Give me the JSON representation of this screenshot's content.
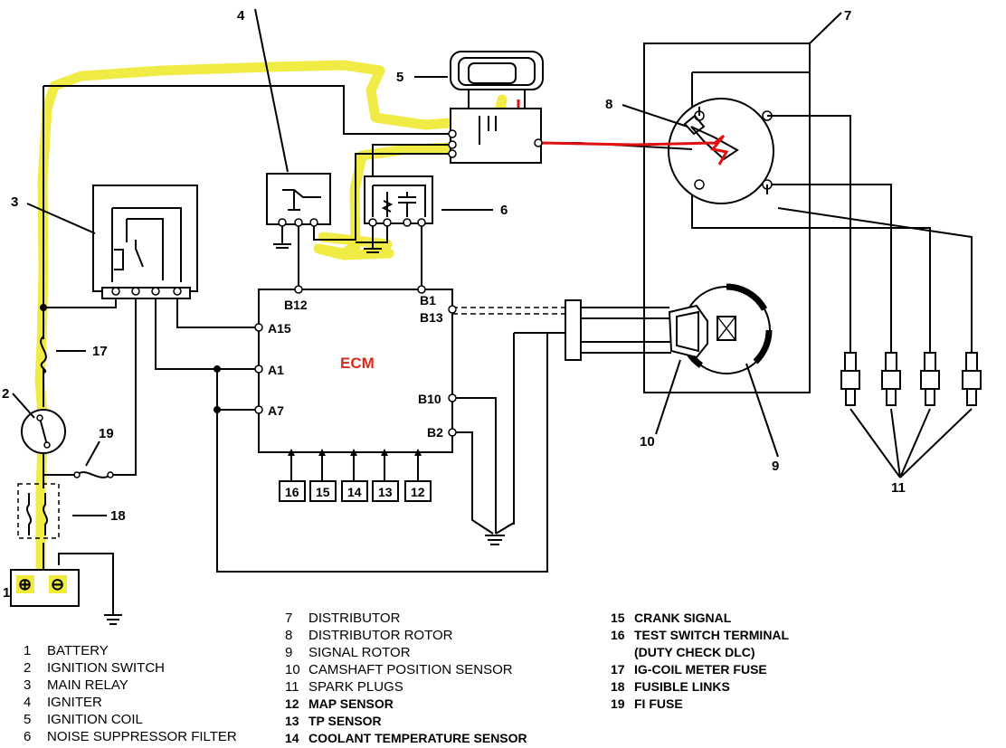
{
  "ecm": {
    "label": "ECM",
    "pins": [
      "B12",
      "B1",
      "B13",
      "A15",
      "A1",
      "A7",
      "B10",
      "B2"
    ]
  },
  "callouts": [
    "1",
    "2",
    "3",
    "4",
    "5",
    "6",
    "7",
    "8",
    "9",
    "10",
    "11",
    "17",
    "18",
    "19"
  ],
  "sensor_boxes": [
    "16",
    "15",
    "14",
    "13",
    "12"
  ],
  "legend_col1": [
    {
      "n": "1",
      "label": "BATTERY"
    },
    {
      "n": "2",
      "label": "IGNITION SWITCH"
    },
    {
      "n": "3",
      "label": "MAIN RELAY"
    },
    {
      "n": "4",
      "label": "IGNITER"
    },
    {
      "n": "5",
      "label": "IGNITION COIL"
    },
    {
      "n": "6",
      "label": "NOISE SUPPRESSOR FILTER"
    }
  ],
  "legend_col2": [
    {
      "n": "7",
      "label": "DISTRIBUTOR"
    },
    {
      "n": "8",
      "label": "DISTRIBUTOR ROTOR"
    },
    {
      "n": "9",
      "label": "SIGNAL ROTOR"
    },
    {
      "n": "10",
      "label": "CAMSHAFT POSITION SENSOR"
    },
    {
      "n": "11",
      "label": "SPARK PLUGS"
    },
    {
      "n": "12",
      "label": "MAP SENSOR"
    },
    {
      "n": "13",
      "label": "TP SENSOR"
    },
    {
      "n": "14",
      "label": "COOLANT TEMPERATURE SENSOR"
    }
  ],
  "legend_col3": [
    {
      "n": "15",
      "label": "CRANK SIGNAL"
    },
    {
      "n": "16",
      "label": "TEST SWITCH TERMINAL"
    },
    {
      "n": "",
      "label": "(DUTY CHECK DLC)"
    },
    {
      "n": "17",
      "label": "IG-COIL METER FUSE"
    },
    {
      "n": "18",
      "label": "FUSIBLE LINKS"
    },
    {
      "n": "19",
      "label": "FI FUSE"
    }
  ],
  "battery": {
    "plus": "⊕",
    "minus": "⊖"
  },
  "colors": {
    "highlight": "#f0ea3c",
    "signal_path": "#e01010",
    "ecm_label": "#d62c1a"
  }
}
